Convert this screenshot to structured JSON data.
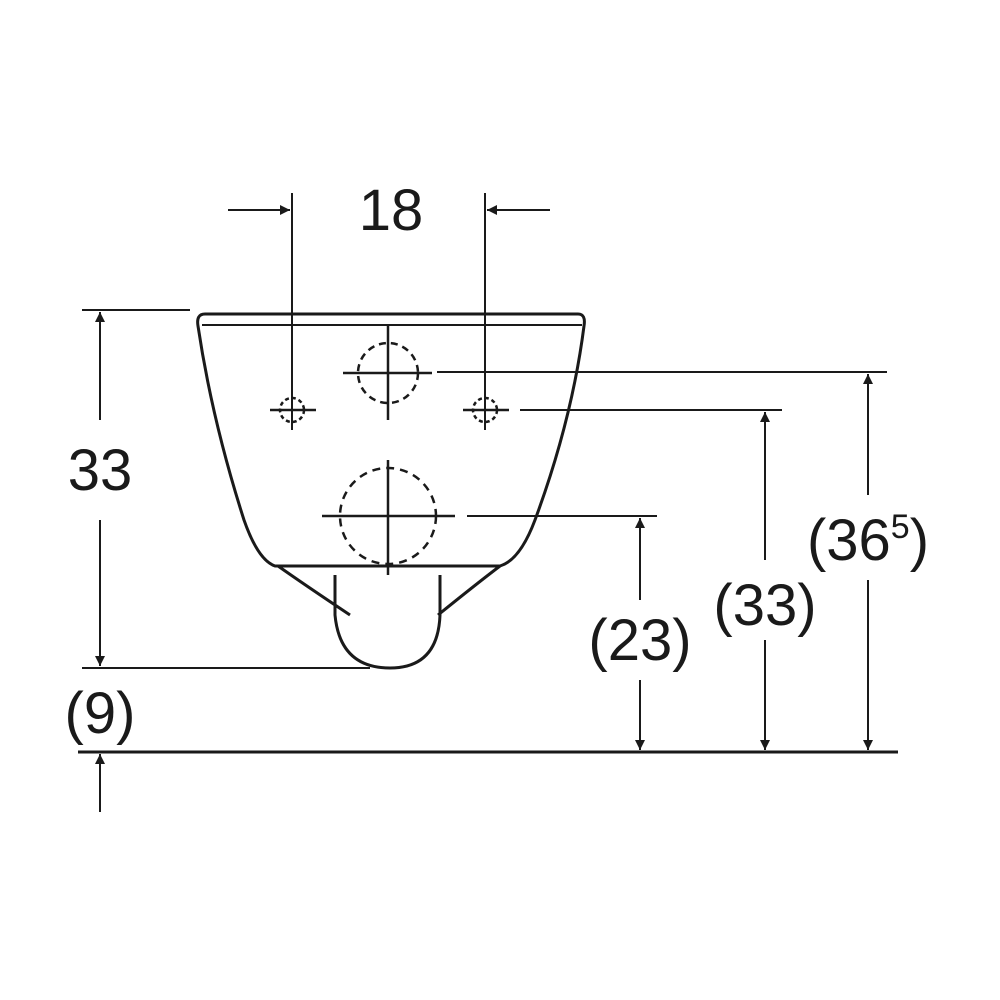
{
  "dimensions": {
    "width_label": "18",
    "height_left_label": "33",
    "floor_offset_label": "(9)",
    "drain_height_label": "(23)",
    "fixing_height_label": "(33)",
    "supply_height_base": "(36",
    "supply_height_sup": "5",
    "supply_height_close": ")"
  },
  "colors": {
    "line": "#1a1a1a",
    "background": "#ffffff"
  }
}
